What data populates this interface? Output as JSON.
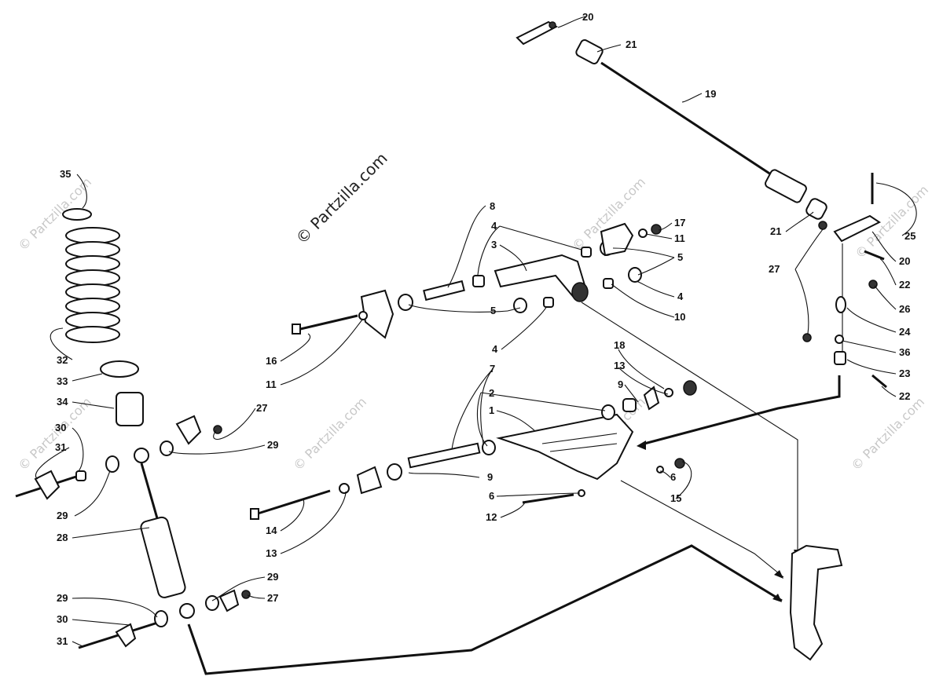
{
  "watermark": {
    "main": "© Partzilla.com",
    "small": "© Partzilla.com"
  },
  "callouts": [
    "1",
    "2",
    "3",
    "4",
    "5",
    "6",
    "7",
    "8",
    "9",
    "10",
    "11",
    "12",
    "13",
    "14",
    "15",
    "16",
    "17",
    "18",
    "19",
    "20",
    "21",
    "22",
    "23",
    "24",
    "25",
    "26",
    "27",
    "28",
    "29",
    "30",
    "31",
    "32",
    "33",
    "34",
    "35",
    "36"
  ],
  "colors": {
    "ink": "#111111",
    "watermark": "#c8c8c8",
    "background": "#ffffff"
  }
}
